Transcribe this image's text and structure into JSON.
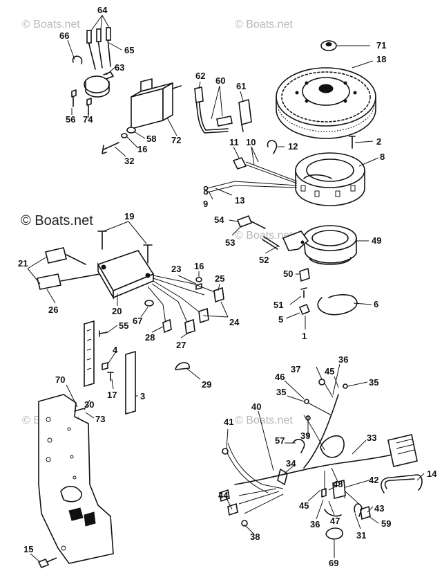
{
  "watermarks": {
    "text": "© Boats.net",
    "prominent": "© Boats.net"
  },
  "callouts": {
    "c1": "1",
    "c2": "2",
    "c3": "3",
    "c4": "4",
    "c5": "5",
    "c6": "6",
    "c8": "8",
    "c9": "9",
    "c10": "10",
    "c11": "11",
    "c12": "12",
    "c13": "13",
    "c14": "14",
    "c15": "15",
    "c16a": "16",
    "c16b": "16",
    "c17": "17",
    "c18": "18",
    "c19": "19",
    "c20": "20",
    "c21": "21",
    "c23": "23",
    "c24": "24",
    "c25": "25",
    "c26": "26",
    "c27": "27",
    "c28": "28",
    "c29": "29",
    "c30": "30",
    "c31": "31",
    "c32": "32",
    "c33": "33",
    "c34": "34",
    "c35a": "35",
    "c35b": "35",
    "c36a": "36",
    "c36b": "36",
    "c37": "37",
    "c38": "38",
    "c39": "39",
    "c40": "40",
    "c41": "41",
    "c42": "42",
    "c43": "43",
    "c44": "44",
    "c45a": "45",
    "c45b": "45",
    "c46": "46",
    "c47": "47",
    "c48": "48",
    "c49": "49",
    "c50": "50",
    "c51": "51",
    "c52": "52",
    "c53": "53",
    "c54": "54",
    "c55": "55",
    "c56": "56",
    "c57": "57",
    "c58": "58",
    "c59": "59",
    "c60": "60",
    "c61": "61",
    "c62": "62",
    "c63": "63",
    "c64": "64",
    "c65": "65",
    "c66": "66",
    "c67": "67",
    "c69": "69",
    "c70": "70",
    "c71": "71",
    "c72": "72",
    "c73": "73",
    "c74": "74"
  }
}
